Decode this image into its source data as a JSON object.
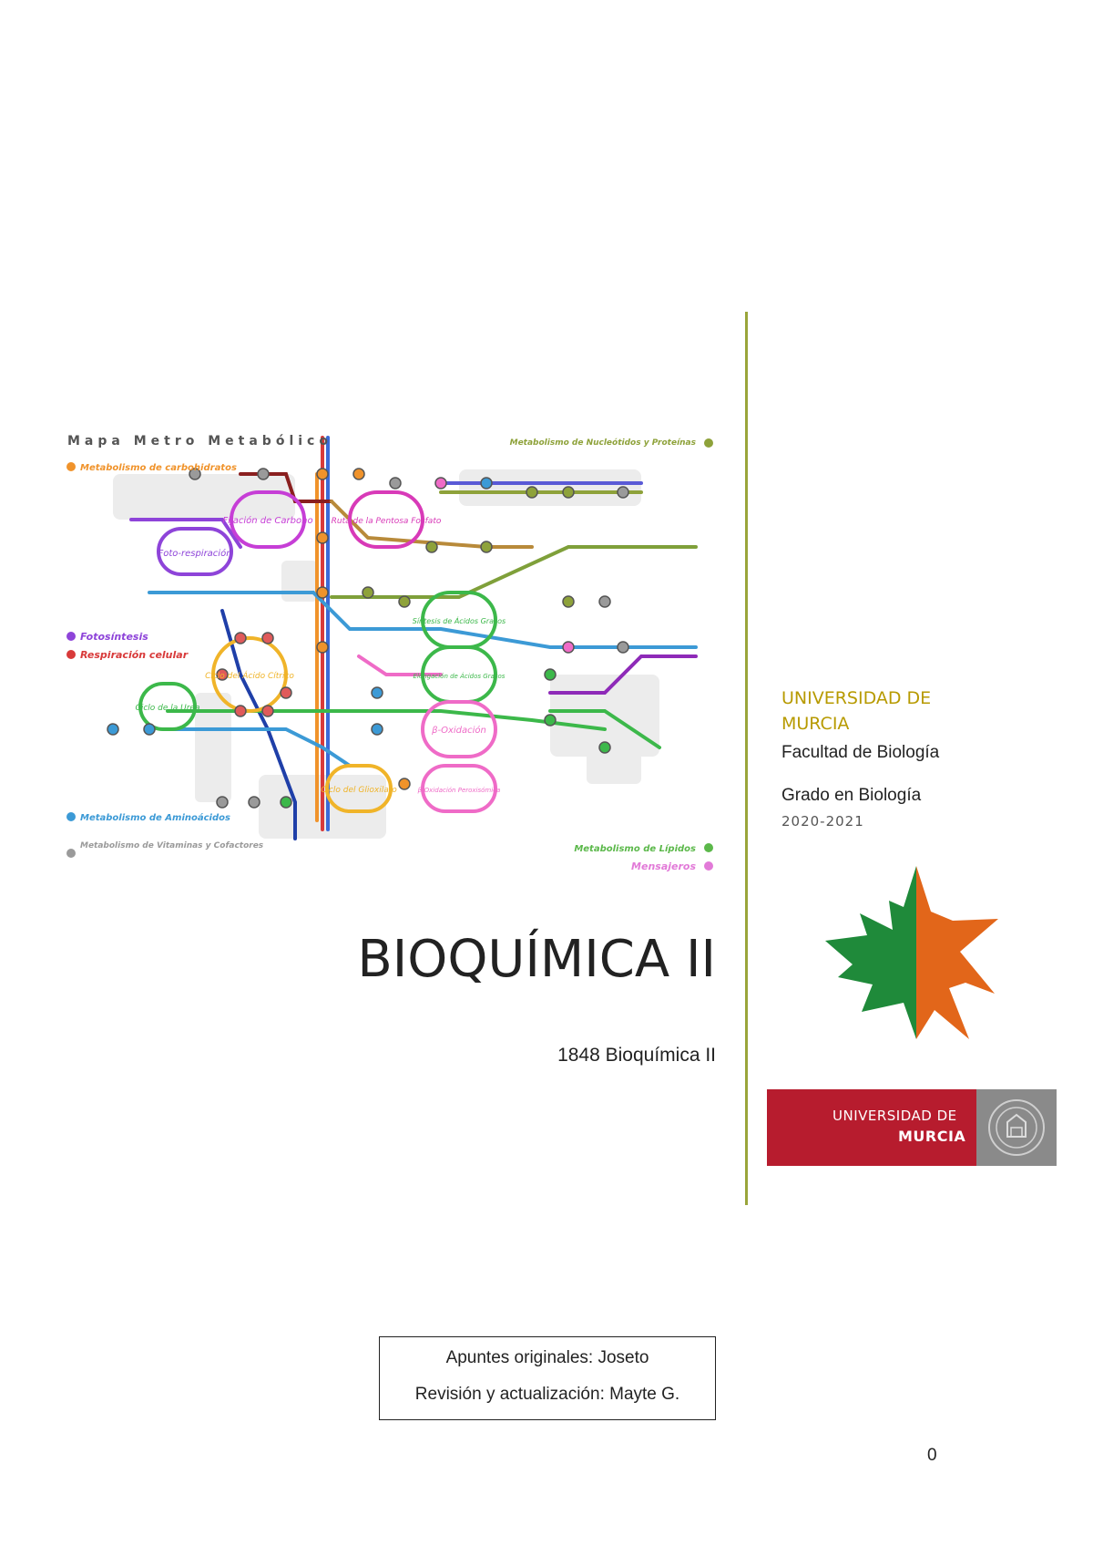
{
  "metro_map": {
    "title": "Mapa Metro Metabólico",
    "legend": [
      {
        "label": "Metabolismo de carbohidratos",
        "color": "#f0932b"
      },
      {
        "label": "Fotosíntesis",
        "color": "#8e44d9"
      },
      {
        "label": "Respiración celular",
        "color": "#d83a3a"
      },
      {
        "label": "Metabolismo de Aminoácidos",
        "color": "#3c9ad6"
      },
      {
        "label": "Metabolismo de Vitaminas y Cofactores",
        "color": "#9a9a9a"
      },
      {
        "label": "Metabolismo de Nucleótidos y Proteínas",
        "color": "#8ea23a"
      },
      {
        "label": "Metabolismo de Lípidos",
        "color": "#5bb84a"
      },
      {
        "label": "Mensajeros",
        "color": "#e27ad8"
      }
    ],
    "cycles": [
      {
        "label": "Fijación de Carbono",
        "color": "#c63ed6"
      },
      {
        "label": "Foto-respiración",
        "color": "#8e44d9"
      },
      {
        "label": "Ruta de la Pentosa Fosfato",
        "color": "#d83ab8"
      },
      {
        "label": "Síntesis de Ácidos Grasos",
        "color": "#3cb84a"
      },
      {
        "label": "Elongación de Ácidos Grasos",
        "color": "#3cb84a"
      },
      {
        "label": "Ciclo del Ácido Cítrico",
        "color": "#f0b429"
      },
      {
        "label": "Ciclo de la Urea",
        "color": "#3cb84a"
      },
      {
        "label": "β-Oxidación",
        "color": "#ef6bc7"
      },
      {
        "label": "Ciclo del Glioxilato",
        "color": "#f0b429"
      },
      {
        "label": "β-Oxidación Peroxisómica",
        "color": "#ef6bc7"
      }
    ]
  },
  "title": "BIOQUÍMICA II",
  "course_code": "1848 Bioquímica II",
  "university": "UNIVERSIDAD DE MURCIA",
  "faculty": "Facultad de Biología",
  "degree": "Grado en Biología",
  "years": "2020-2021",
  "banner": {
    "line1": "UNIVERSIDAD DE",
    "line2": "MURCIA"
  },
  "credits": {
    "line1": "Apuntes originales: Joseto",
    "line2": "Revisión y actualización: Mayte G."
  },
  "page_number": "0",
  "colors": {
    "accent_rule": "#9aa53a",
    "univ_gold": "#b79a00",
    "banner_red": "#b71c2e"
  }
}
